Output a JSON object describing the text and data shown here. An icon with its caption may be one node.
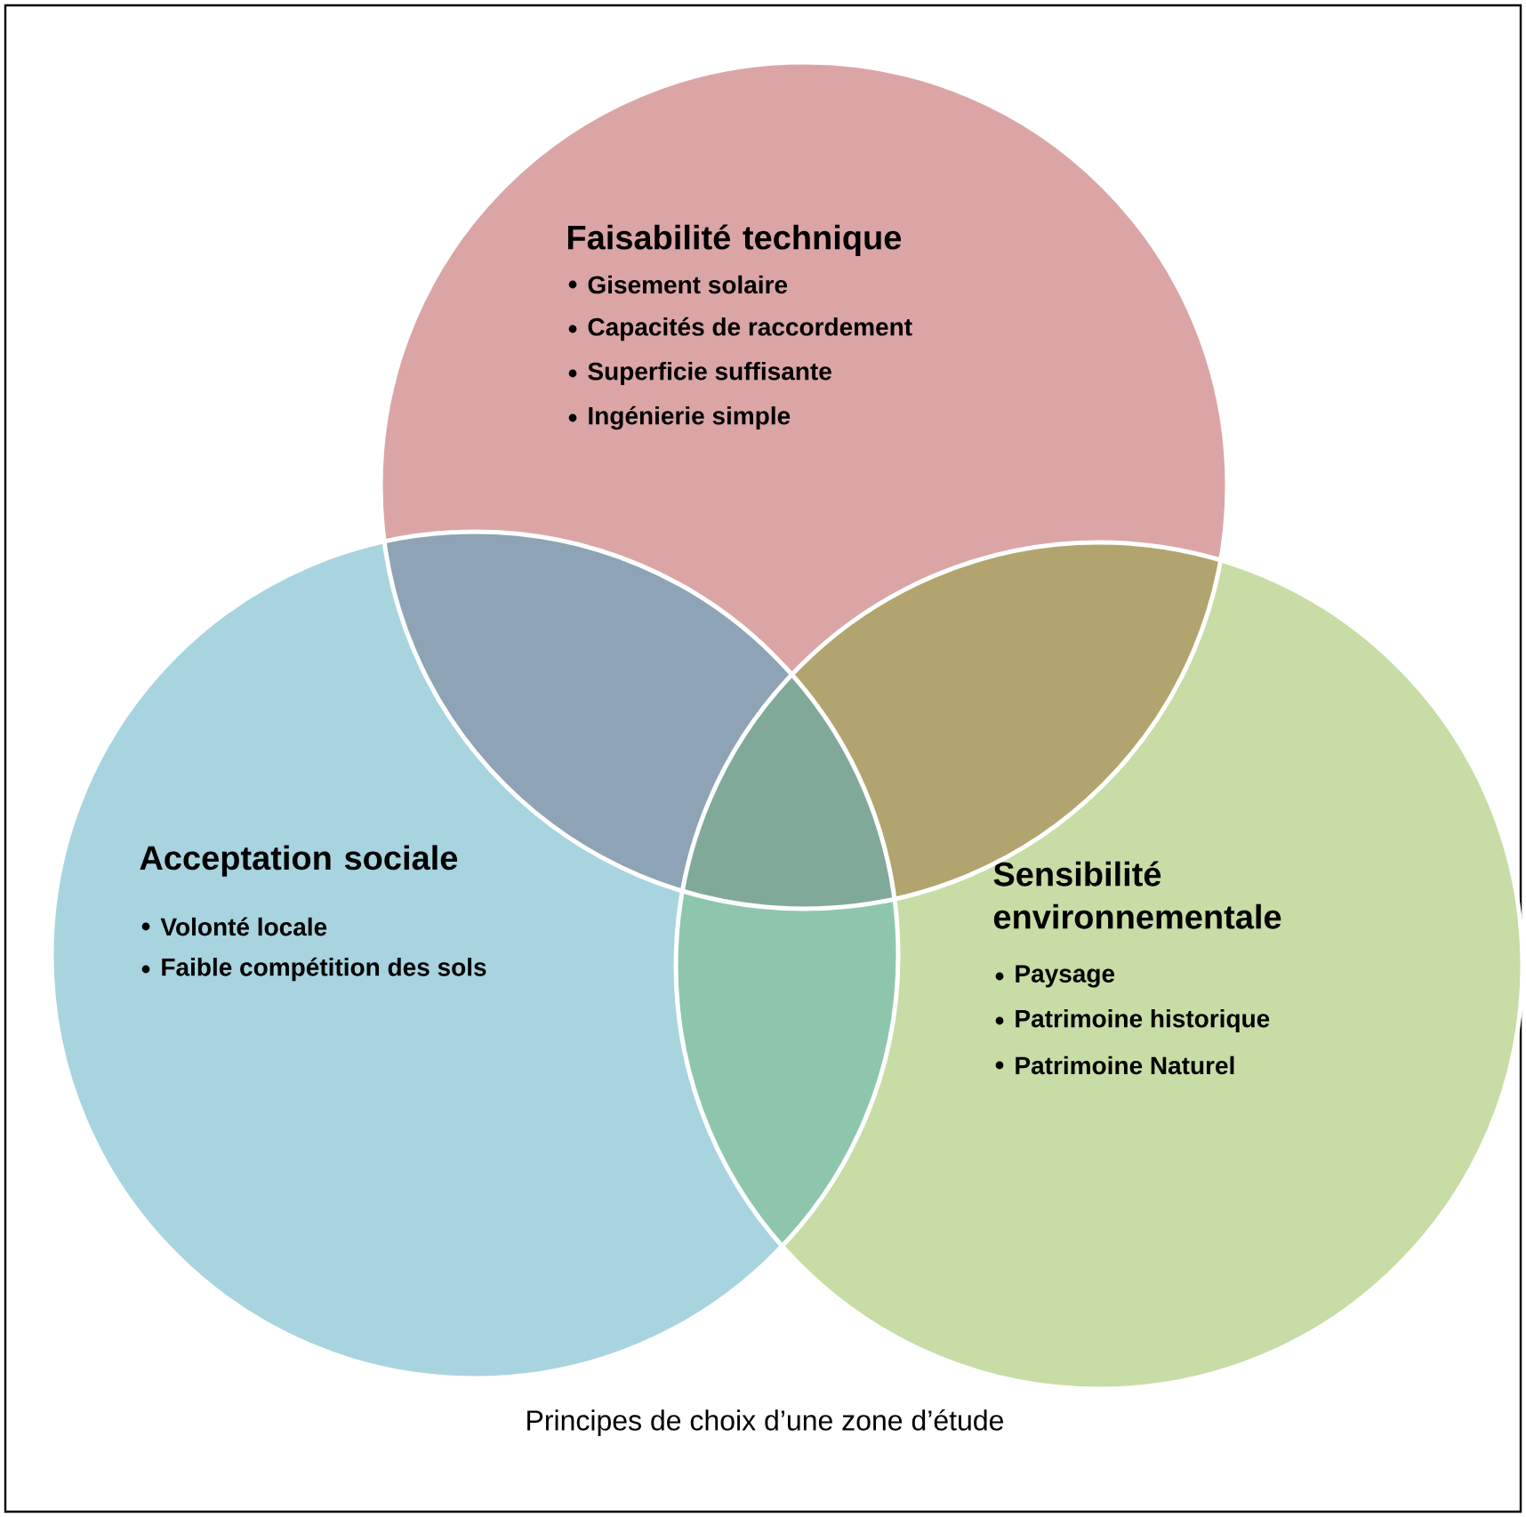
{
  "diagram": {
    "caption": "Principes de choix d’une zone d’étude",
    "nodes": [
      {
        "text": [
          "Faisabilité technique",
          "Gisement solaire",
          "Capacités de raccordement",
          "Superficie suffisante",
          "Ingénierie simple"
        ]
      },
      {
        "text": [
          "Acceptation sociale",
          "Volonté locale",
          "Faible compétition des sols"
        ]
      },
      {
        "text": [
          "Sensibilité environnementale",
          "Paysage",
          "Patrimoine historique",
          "Patrimoine Naturel"
        ]
      }
    ]
  }
}
